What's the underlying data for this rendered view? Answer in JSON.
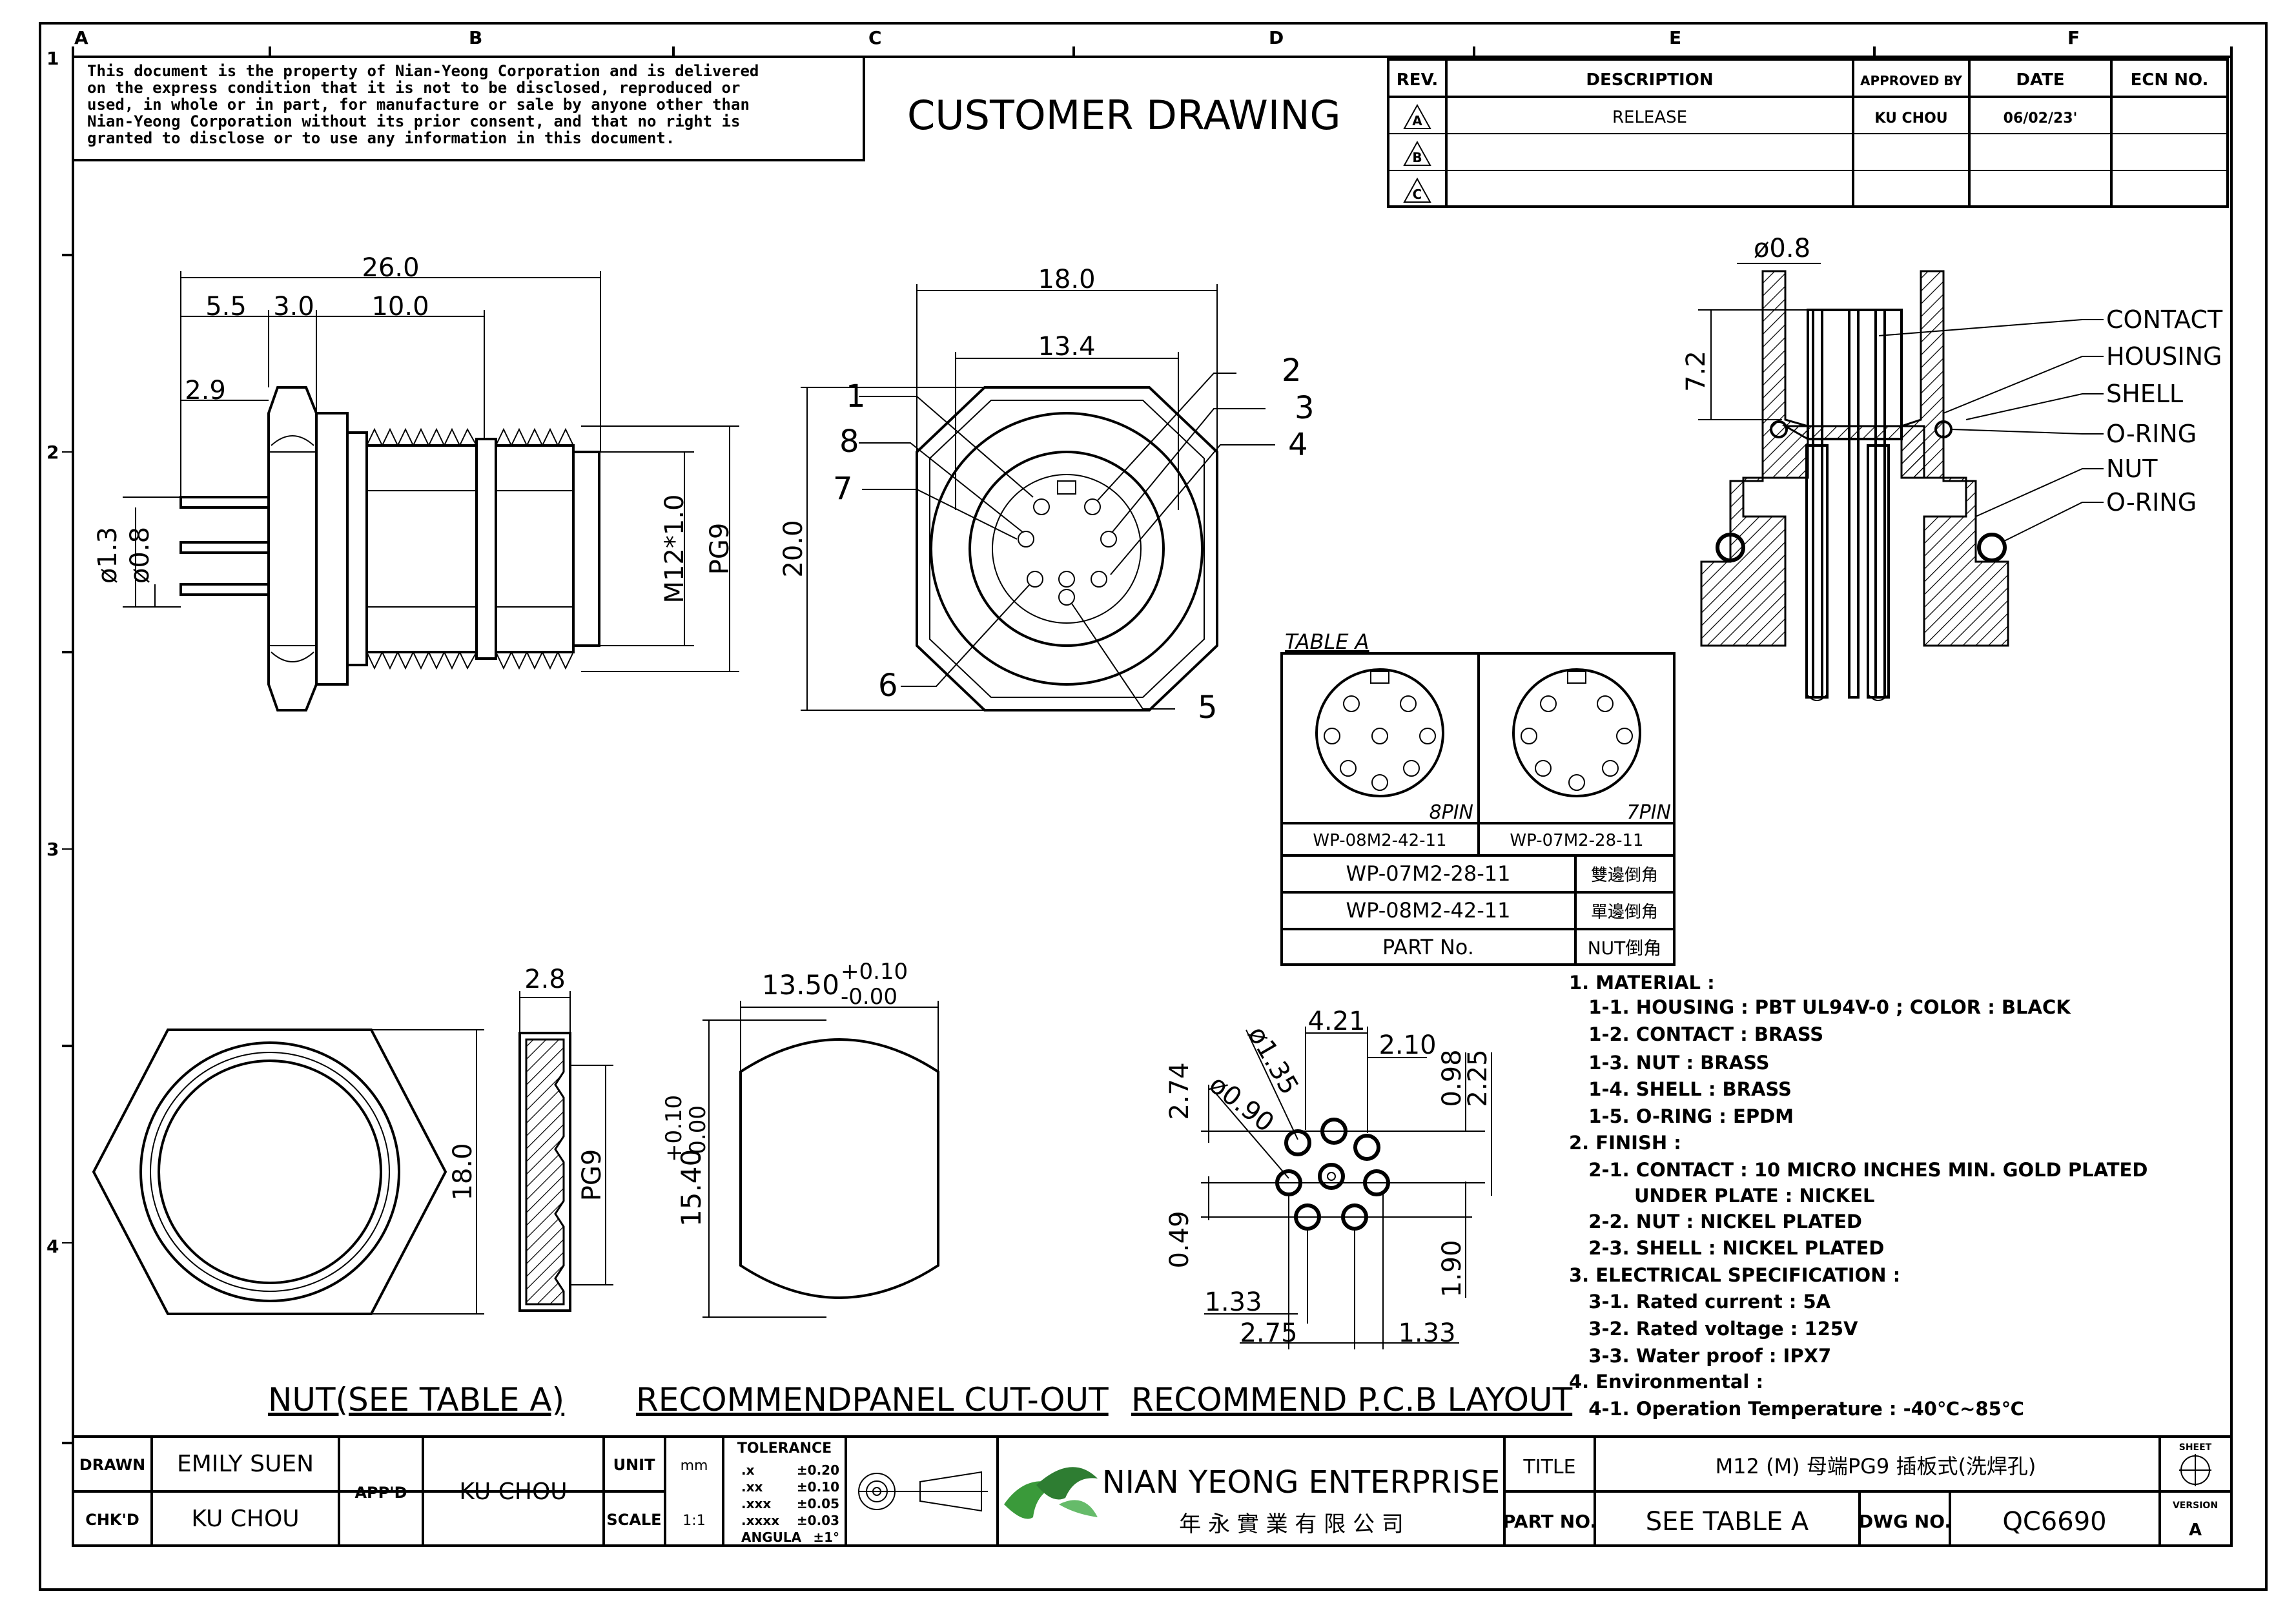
{
  "zones": {
    "columns": [
      "A",
      "B",
      "C",
      "D",
      "E",
      "F"
    ],
    "rows": [
      "1",
      "2",
      "3",
      "4"
    ]
  },
  "notice": [
    "This document is the property of Nian-Yeong Corporation and is delivered",
    "on  the  express condition that it is not to be disclosed, reproduced or",
    "used, in whole or in part, for manufacture or sale by anyone other than",
    "Nian-Yeong Corporation without  its prior consent, and that  no right  is",
    "granted to disclose or to use any information in this  document."
  ],
  "heading": "CUSTOMER  DRAWING",
  "revision_table": {
    "headers": [
      "REV.",
      "DESCRIPTION",
      "APPROVED BY",
      "DATE",
      "ECN NO."
    ],
    "rows": [
      {
        "rev": "A",
        "description": "RELEASE",
        "approved": "KU CHOU",
        "date": "06/02/23'",
        "ecn": ""
      },
      {
        "rev": "B",
        "description": "",
        "approved": "",
        "date": "",
        "ecn": ""
      },
      {
        "rev": "C",
        "description": "",
        "approved": "",
        "date": "",
        "ecn": ""
      }
    ]
  },
  "side_view": {
    "dims": {
      "overall": "26.0",
      "a": "5.5",
      "b": "3.0",
      "c": "10.0",
      "pin": "2.9",
      "d1": "ø1.3",
      "d2": "ø0.8",
      "thread": "M12*1.0",
      "pg": "PG9"
    }
  },
  "front_view": {
    "dims": {
      "width": "18.0",
      "inner": "13.4",
      "height": "20.0"
    },
    "pin_labels": [
      "1",
      "2",
      "3",
      "4",
      "5",
      "6",
      "7",
      "8"
    ]
  },
  "section_view": {
    "dims": {
      "dia": "ø0.8",
      "height": "7.2"
    },
    "callouts": [
      "CONTACT",
      "HOUSING",
      "SHELL",
      "O-RING",
      "NUT",
      "O-RING"
    ]
  },
  "table_a": {
    "title": "TABLE A",
    "pin_types": [
      "8PIN",
      "7PIN"
    ],
    "models": [
      "WP-08M2-42-11",
      "WP-07M2-28-11"
    ],
    "rows": [
      {
        "part": "WP-07M2-28-11",
        "nut": "雙邊倒角"
      },
      {
        "part": "WP-08M2-42-11",
        "nut": "單邊倒角"
      }
    ],
    "header": {
      "part": "PART No.",
      "nut": "NUT倒角"
    }
  },
  "nut_view": {
    "dims": {
      "thick": "2.8",
      "width": "18.0",
      "pg": "PG9"
    },
    "caption": "NUT(SEE  TABLE  A)"
  },
  "panel_cutout": {
    "dims": {
      "width": "13.50",
      "width_tol_plus": "+0.10",
      "width_tol_minus": "-0.00",
      "height": "15.40",
      "height_tol_plus": "+0.10",
      "height_tol_minus": "-0.00"
    },
    "caption": "RECOMMENDPANEL  CUT-OUT"
  },
  "pcb_layout": {
    "dims": {
      "a": "4.21",
      "b": "2.10",
      "c": "ø1.35",
      "d": "ø0.90",
      "e": "2.74",
      "f": "0.98",
      "g": "2.25",
      "h": "0.49",
      "i": "1.90",
      "j": "1.33",
      "k": "2.75",
      "l": "1.33"
    },
    "caption": "RECOMMEND  P.C.B  LAYOUT"
  },
  "specs": [
    "1. MATERIAL :",
    "   1-1. HOUSING : PBT UL94V-0 ; COLOR : BLACK",
    "   1-2. CONTACT : BRASS",
    "   1-3. NUT : BRASS",
    "   1-4. SHELL : BRASS",
    "   1-5. O-RING : EPDM",
    "2. FINISH :",
    "   2-1. CONTACT : 10 MICRO INCHES MIN. GOLD PLATED",
    "          UNDER PLATE : NICKEL",
    "   2-2. NUT : NICKEL PLATED",
    "   2-3. SHELL : NICKEL PLATED",
    "3. ELECTRICAL SPECIFICATION :",
    "   3-1. Rated current : 5A",
    "   3-2. Rated voltage : 125V",
    "   3-3. Water proof : IPX7",
    "4. Environmental :",
    "   4-1. Operation Temperature : -40℃~85℃"
  ],
  "title_block": {
    "drawn_label": "DRAWN",
    "drawn": "EMILY SUEN",
    "chkd_label": "CHK'D",
    "chkd": "KU CHOU",
    "app_label": "APP'D",
    "app": "KU CHOU",
    "unit_label": "UNIT",
    "unit": "mm",
    "scale_label": "SCALE",
    "scale": "1:1",
    "tolerance_title": "TOLERANCE",
    "tolerances": [
      [
        ".x",
        "±0.20"
      ],
      [
        ".xx",
        "±0.10"
      ],
      [
        ".xxx",
        "±0.05"
      ],
      [
        ".xxxx",
        "±0.03"
      ],
      [
        "ANGULA",
        "±1°"
      ]
    ],
    "company": "NIAN YEONG ENTERPRISE",
    "company_cn": "年 永 實 業 有 限 公 司",
    "title_label": "TITLE",
    "title": "M12 (M) 母端PG9 插板式(洗焊孔)",
    "partno_label": "PART NO.",
    "partno": "SEE  TABLE  A",
    "dwgno_label": "DWG NO.",
    "dwgno": "QC6690",
    "sheet_label": "SHEET",
    "version_label": "VERSION",
    "version": "A"
  }
}
